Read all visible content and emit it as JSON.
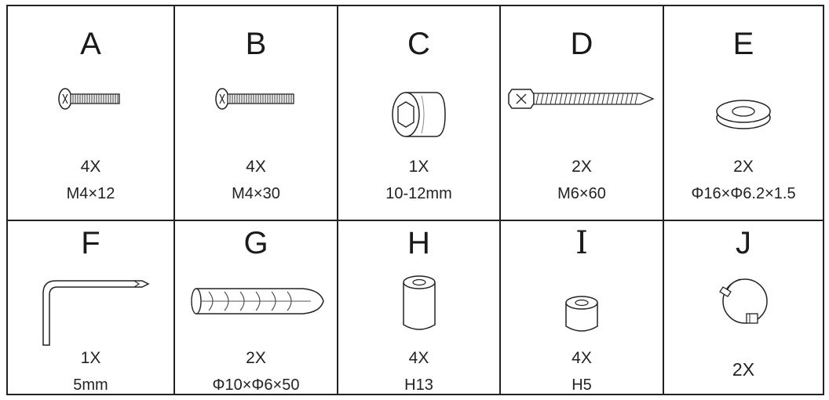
{
  "parts": [
    {
      "letter": "A",
      "qty": "4X",
      "spec": "M4×12",
      "icon": "short-screw-icon"
    },
    {
      "letter": "B",
      "qty": "4X",
      "spec": "M4×30",
      "icon": "long-screw-icon"
    },
    {
      "letter": "C",
      "qty": "1X",
      "spec": "10-12mm",
      "icon": "hex-socket-icon"
    },
    {
      "letter": "D",
      "qty": "2X",
      "spec": "M6×60",
      "icon": "lag-bolt-icon"
    },
    {
      "letter": "E",
      "qty": "2X",
      "spec": "Φ16×Φ6.2×1.5",
      "icon": "washer-icon"
    },
    {
      "letter": "F",
      "qty": "1X",
      "spec": "5mm",
      "icon": "allen-key-icon"
    },
    {
      "letter": "G",
      "qty": "2X",
      "spec": "Φ10×Φ6×50",
      "icon": "wall-anchor-icon"
    },
    {
      "letter": "H",
      "qty": "4X",
      "spec": "H13",
      "icon": "tall-spacer-icon"
    },
    {
      "letter": "I",
      "qty": "4X",
      "spec": "H5",
      "icon": "short-spacer-icon"
    },
    {
      "letter": "J",
      "qty": "2X",
      "spec": "",
      "icon": "cap-clip-icon"
    }
  ]
}
